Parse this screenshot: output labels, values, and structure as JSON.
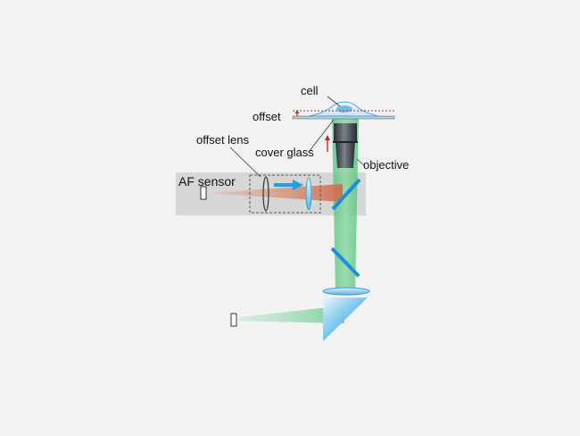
{
  "labels": {
    "cell": "cell",
    "offset": "offset",
    "offset_lens": "offset lens",
    "cover_glass": "cover glass",
    "objective": "objective",
    "af_sensor": "AF sensor"
  },
  "colors": {
    "background": "#f2f2f2",
    "af_sensor_box": "#d6d6d4",
    "green_beam": "#6cc98a",
    "red_beam": "#d97a5e",
    "blue_optics": "#5ab4e6",
    "arrow_blue": "#1ea0e2",
    "offset_line": "#cc2222",
    "leader_line": "#333333",
    "objective_body": "#333a40"
  },
  "icons": {
    "movement_arrow": "right-arrow-icon",
    "offset_arrow": "up-arrow-icon"
  }
}
